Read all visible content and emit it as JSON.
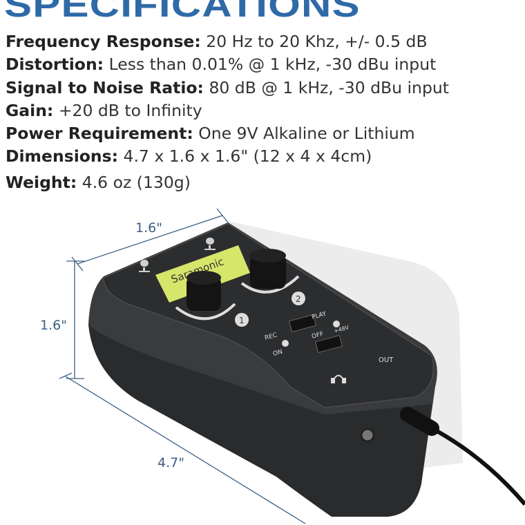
{
  "title": "SPECIFICATIONS",
  "specs": [
    {
      "label": "Frequency Response:",
      "value": "20 Hz to 20 Khz, +/- 0.5 dB"
    },
    {
      "label": "Distortion:",
      "value": "Less than 0.01% @ 1 kHz, -30 dBu input"
    },
    {
      "label": "Signal to Noise Ratio:",
      "value": "80 dB @ 1 kHz, -30 dBu input"
    },
    {
      "label": "Gain:",
      "value": "+20 dB to Infinity"
    },
    {
      "label": "Power Requirement:",
      "value": "One 9V Alkaline or Lithium"
    },
    {
      "label": "Dimensions:",
      "value": "4.7 x 1.6 x 1.6\" (12 x 4 x 4cm)"
    },
    {
      "label": "Weight:",
      "value": "4.6 oz (130g)"
    }
  ],
  "dimensions": {
    "width": "1.6\"",
    "height": "1.6\"",
    "length": "4.7\""
  },
  "device": {
    "brand": "Saramonic",
    "channel_1": "1",
    "channel_2": "2",
    "switch_rec": "REC",
    "switch_play": "PLAY",
    "switch_off": "OFF",
    "switch_48v": "+48V",
    "led_on": "ON",
    "out": "OUT"
  },
  "colors": {
    "title": "#2f6aa8",
    "dimension_lines": "#3a5f85",
    "device_body": "#3a3b3d",
    "lcd": "#d6e66a"
  }
}
